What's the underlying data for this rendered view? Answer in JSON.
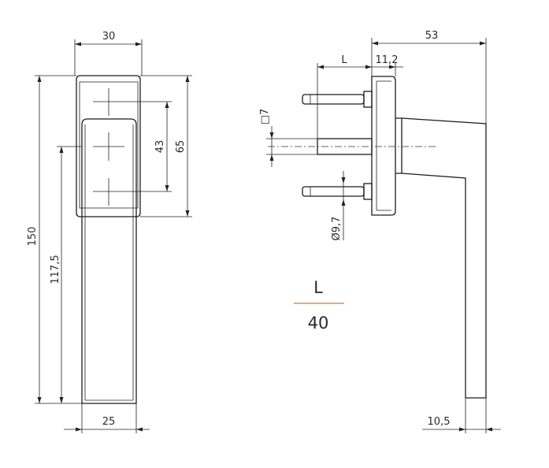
{
  "front_view": {
    "width_top": "30",
    "total_height": "150",
    "lever_height": "117,5",
    "hole_spacing": "43",
    "rose_height": "65",
    "lever_width": "25"
  },
  "side_view": {
    "projection": "53",
    "length_symbol": "L",
    "rose_thickness": "11,2",
    "spindle_square": "□7",
    "screw_diameter": "Ø9,7",
    "lever_tip_thickness": "10,5"
  },
  "length_table": {
    "header": "L",
    "value": "40",
    "divider_color": "#d4733a"
  }
}
